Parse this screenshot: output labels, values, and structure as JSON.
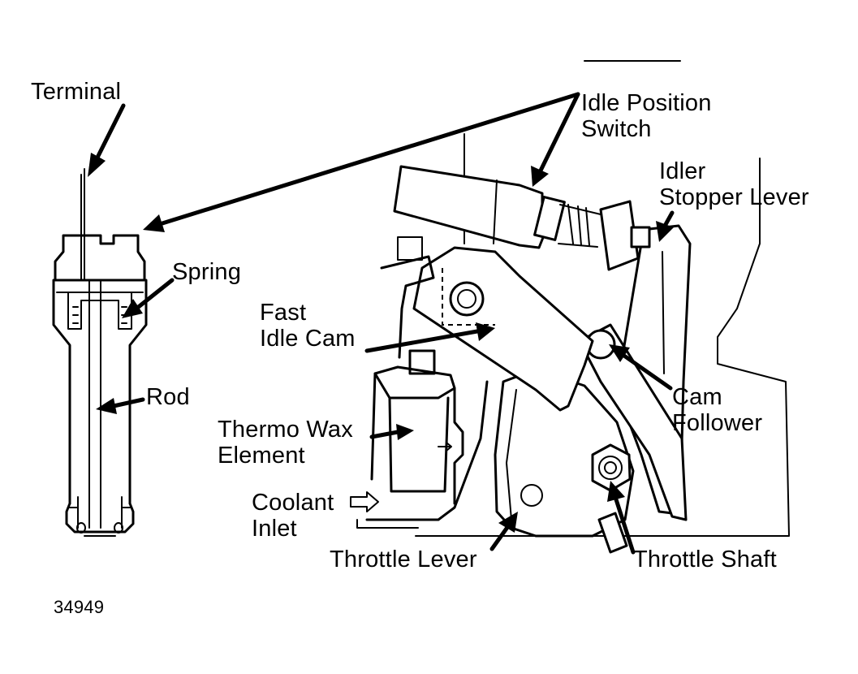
{
  "labels": {
    "terminal": "Terminal",
    "idle_position_switch_1": "Idle Position",
    "idle_position_switch_2": "Switch",
    "idler_stopper_lever_1": "Idler",
    "idler_stopper_lever_2": "Stopper Lever",
    "spring": "Spring",
    "fast_idle_cam_1": "Fast",
    "fast_idle_cam_2": "Idle Cam",
    "rod": "Rod",
    "cam_follower_1": "Cam",
    "cam_follower_2": "Follower",
    "thermo_wax_element_1": "Thermo Wax",
    "thermo_wax_element_2": "Element",
    "coolant_inlet_1": "Coolant",
    "coolant_inlet_2": "Inlet",
    "throttle_lever": "Throttle Lever",
    "throttle_shaft": "Throttle Shaft"
  },
  "figure_number": "34949"
}
